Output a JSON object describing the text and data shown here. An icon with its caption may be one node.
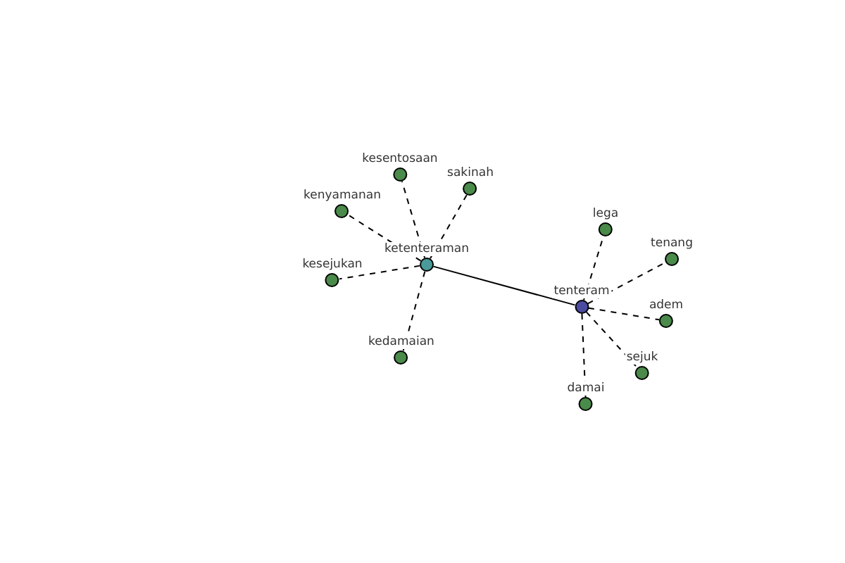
{
  "diagram": {
    "nodes": [
      {
        "text": [
          "ketenteraman"
        ]
      },
      {
        "text": [
          "kesentosaan"
        ]
      },
      {
        "text": [
          "sakinah"
        ]
      },
      {
        "text": [
          "kenyamanan"
        ]
      },
      {
        "text": [
          "kesejukan"
        ]
      },
      {
        "text": [
          "kedamaian"
        ]
      },
      {
        "text": [
          "tenteram"
        ]
      },
      {
        "text": [
          "lega"
        ]
      },
      {
        "text": [
          "tenang"
        ]
      },
      {
        "text": [
          "adem"
        ]
      },
      {
        "text": [
          "sejuk"
        ]
      },
      {
        "text": [
          "damai"
        ]
      }
    ],
    "edges": [
      {
        "from": 0,
        "to": 6,
        "arrow": "none"
      },
      {
        "from": 0,
        "to": 1,
        "arrow": "none",
        "style": "dashed"
      },
      {
        "from": 0,
        "to": 2,
        "arrow": "none",
        "style": "dashed"
      },
      {
        "from": 0,
        "to": 3,
        "arrow": "none",
        "style": "dashed"
      },
      {
        "from": 0,
        "to": 4,
        "arrow": "none",
        "style": "dashed"
      },
      {
        "from": 0,
        "to": 5,
        "arrow": "none",
        "style": "dashed"
      },
      {
        "from": 6,
        "to": 7,
        "arrow": "none",
        "style": "dashed"
      },
      {
        "from": 6,
        "to": 8,
        "arrow": "none",
        "style": "dashed"
      },
      {
        "from": 6,
        "to": 9,
        "arrow": "none",
        "style": "dashed"
      },
      {
        "from": 6,
        "to": 10,
        "arrow": "none",
        "style": "dashed"
      },
      {
        "from": 6,
        "to": 11,
        "arrow": "none",
        "style": "dashed"
      }
    ]
  }
}
